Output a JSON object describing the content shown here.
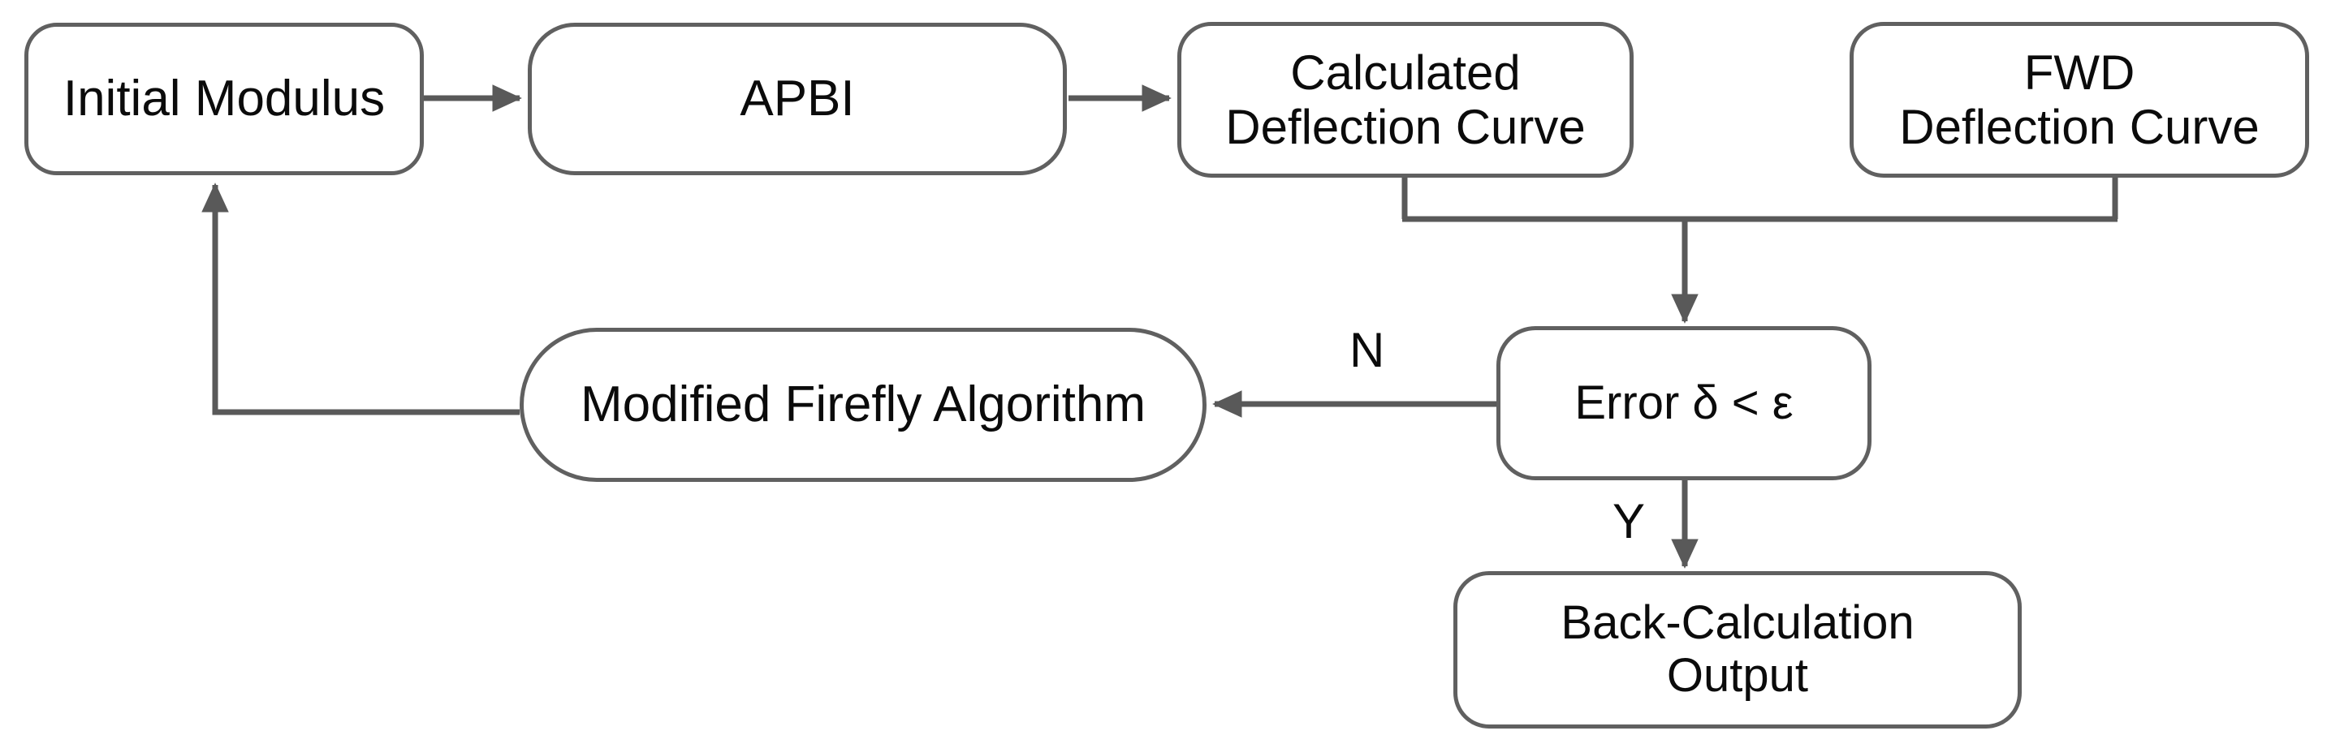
{
  "diagram": {
    "title": "Back-calculation flowchart",
    "stroke_color": "#606060",
    "wire_color": "#595959",
    "text_color": "#0b0b0b",
    "background_color": "#ffffff",
    "nodes": [
      {
        "id": "initial-modulus",
        "label": "Initial Modulus"
      },
      {
        "id": "apbi",
        "label": "APBI"
      },
      {
        "id": "calculated",
        "label": "Calculated\nDeflection Curve"
      },
      {
        "id": "fwd",
        "label": "FWD\nDeflection Curve"
      },
      {
        "id": "mfa",
        "label": "Modified Firefly Algorithm"
      },
      {
        "id": "error",
        "label": "Error  δ  < ε"
      },
      {
        "id": "backcalc",
        "label": "Back-Calculation\nOutput"
      }
    ],
    "edge_labels": {
      "no": "N",
      "yes": "Y"
    }
  }
}
